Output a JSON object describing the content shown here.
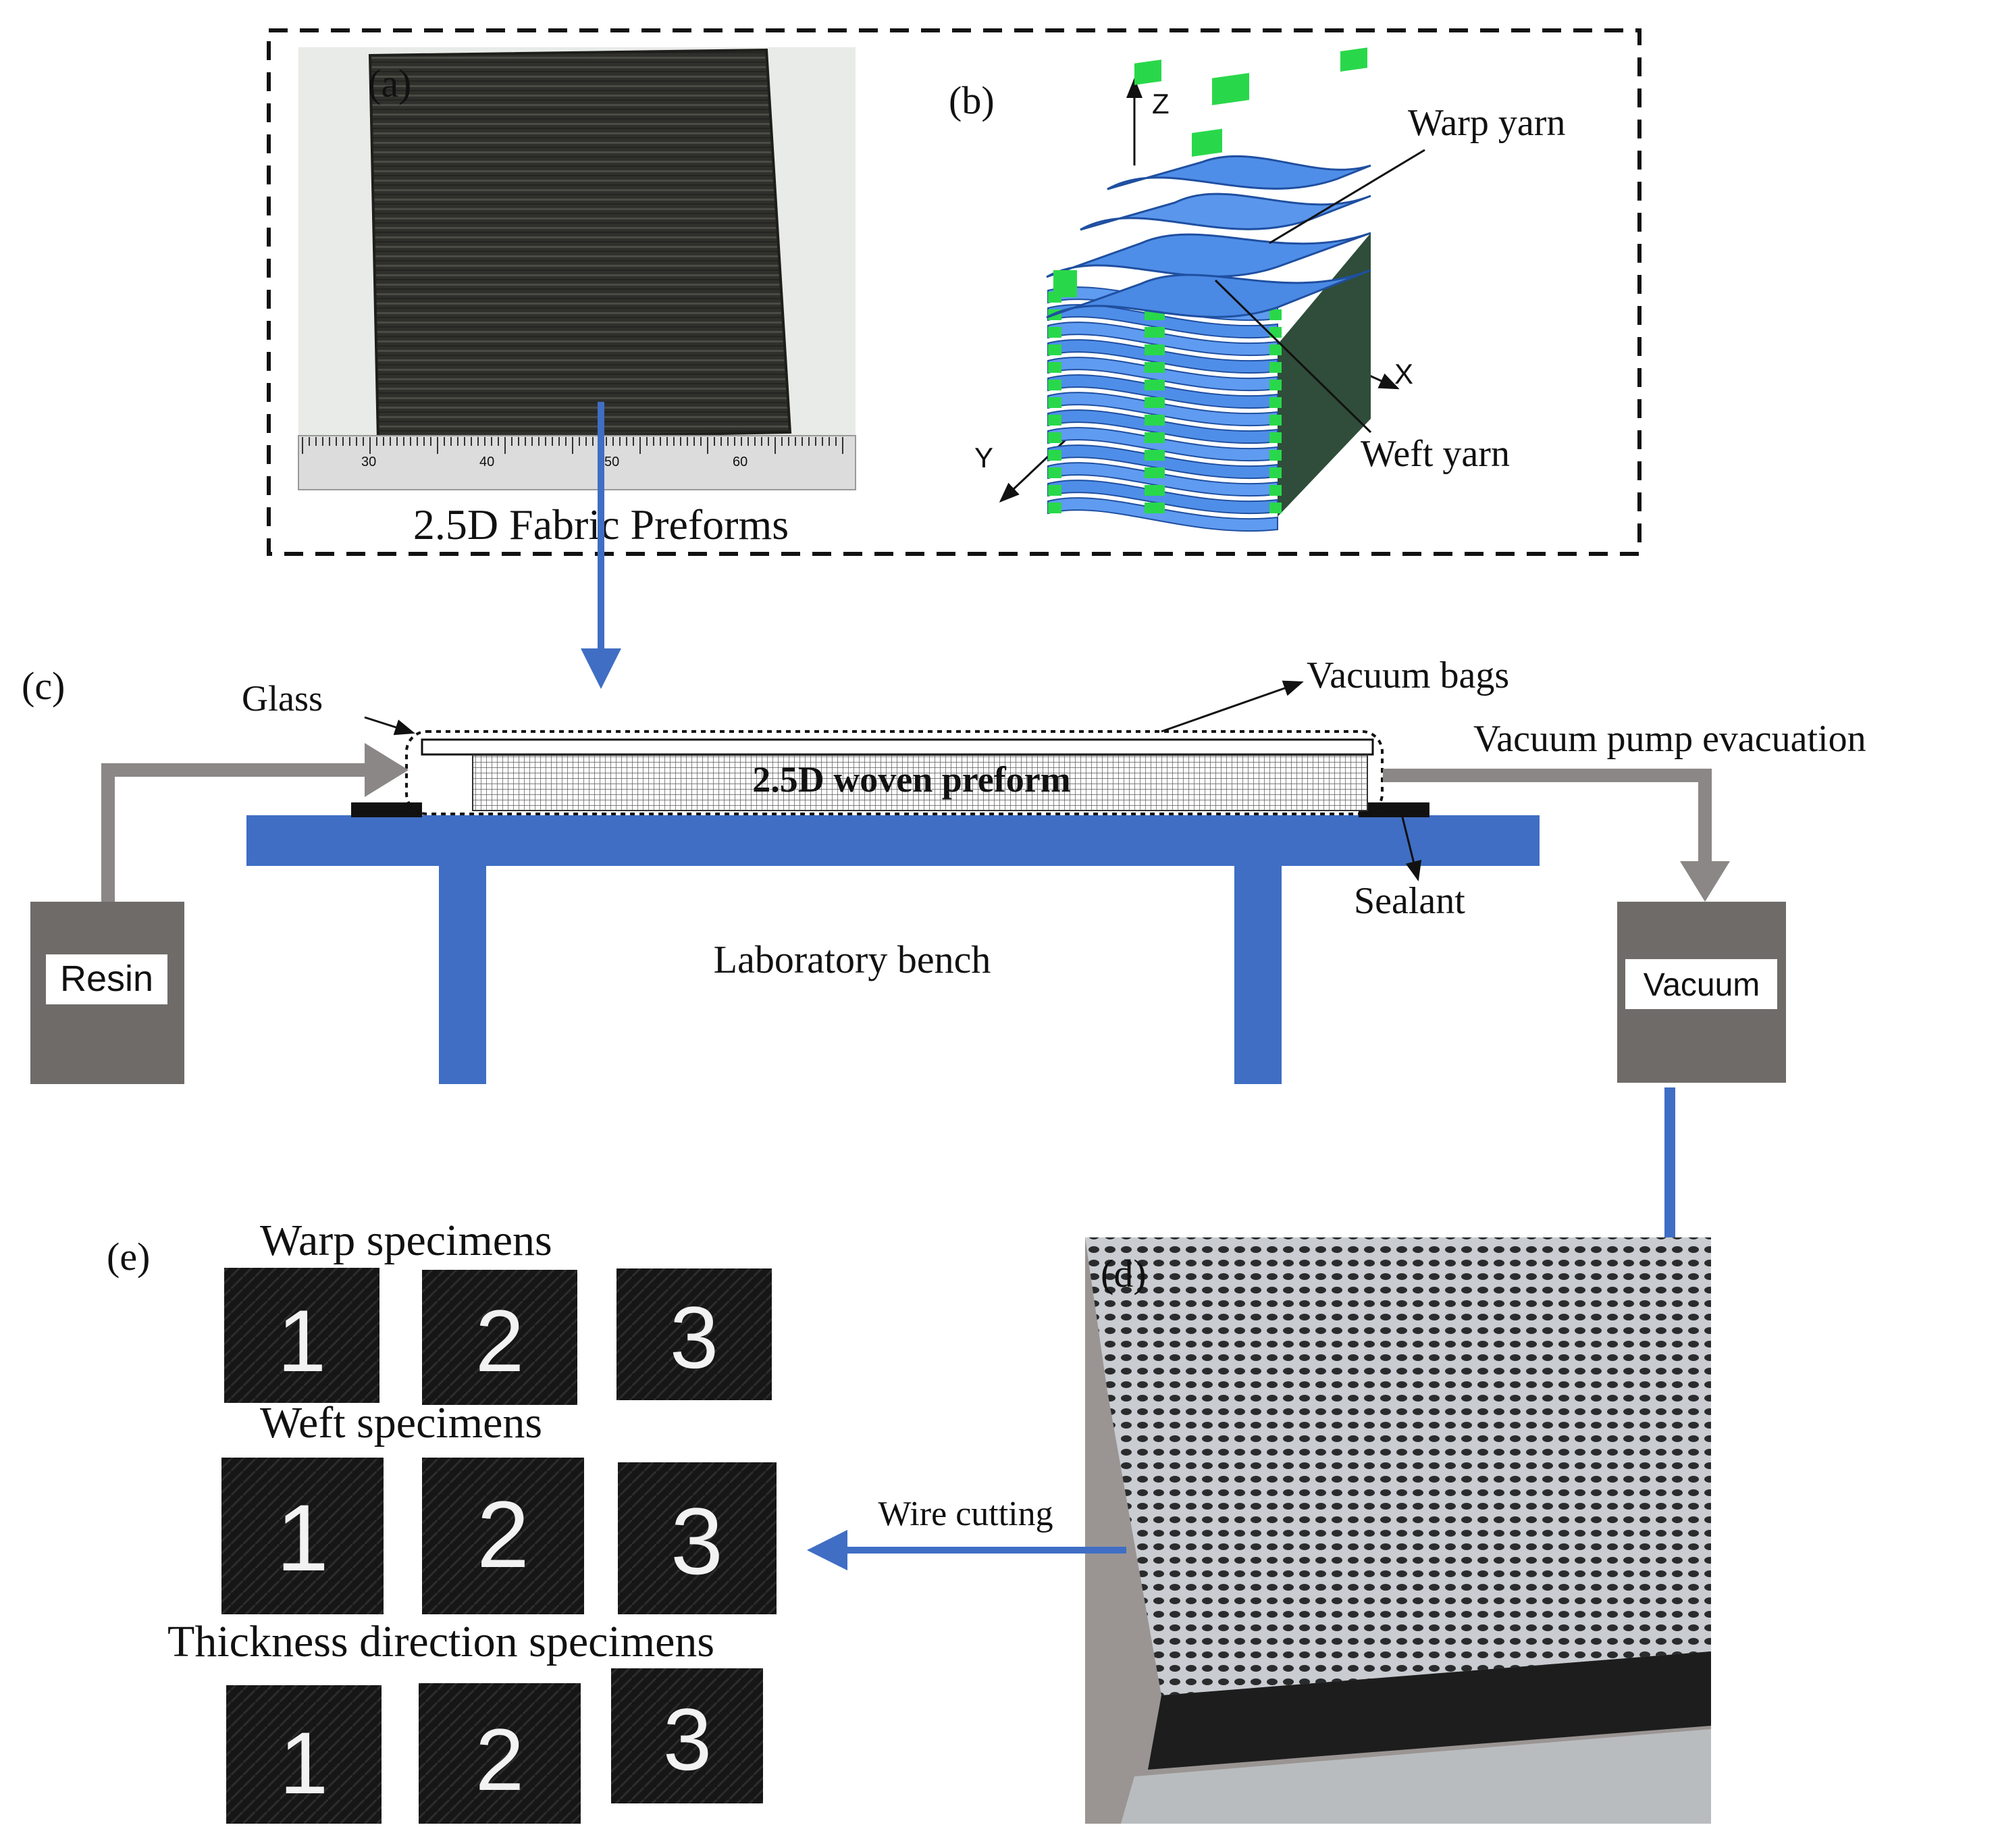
{
  "panels": {
    "a": {
      "label": "(a)",
      "caption": "2.5D Fabric Preforms",
      "ruler_ticks": [
        "30",
        "40",
        "50",
        "60"
      ]
    },
    "b": {
      "label": "(b)",
      "axis_z": "Z",
      "axis_x": "X",
      "axis_y": "Y",
      "warp_label": "Warp yarn",
      "weft_label": "Weft yarn"
    },
    "c": {
      "label": "(c)",
      "glass": "Glass",
      "vacuum_bags": "Vacuum bags",
      "pump": "Vacuum pump evacuation",
      "preform": "2.5D woven preform",
      "sealant": "Sealant",
      "bench": "Laboratory bench",
      "resin": "Resin",
      "vacuum": "Vacuum"
    },
    "d": {
      "label": "(d)"
    },
    "e": {
      "label": "(e)",
      "groups": [
        {
          "title": "Warp specimens",
          "numbers": [
            "1",
            "2",
            "3"
          ]
        },
        {
          "title": "Weft specimens",
          "numbers": [
            "1",
            "2",
            "3"
          ]
        },
        {
          "title": "Thickness direction specimens",
          "numbers": [
            "1",
            "2",
            "3"
          ]
        }
      ]
    },
    "wire_cutting": "Wire cutting"
  },
  "colors": {
    "arrow_blue": "#3f6ec4",
    "bench_blue": "#3f6ec4",
    "tank_gray": "#6e6b69",
    "pipe_gray": "#8a8786",
    "yarn_blue": "#4f8ee8",
    "yarn_green": "#29d84a",
    "fabric_dark": "#2f302b",
    "specimen_black": "#161616"
  }
}
